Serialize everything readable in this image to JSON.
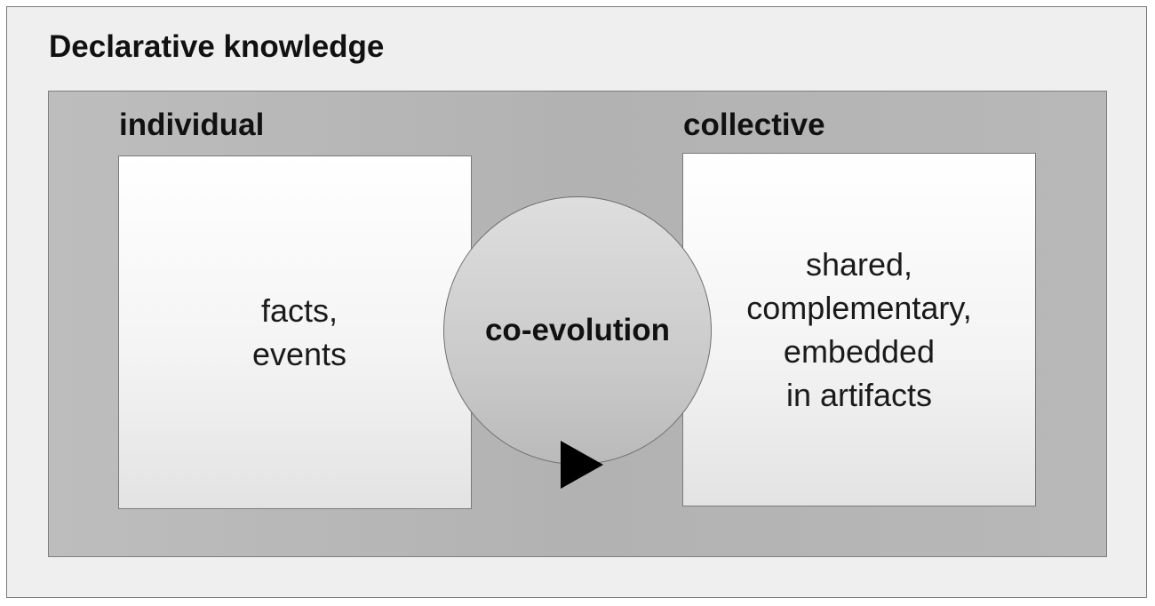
{
  "diagram": {
    "title": "Declarative knowledge",
    "left": {
      "heading": "individual",
      "lines": [
        "facts,",
        "events"
      ]
    },
    "right": {
      "heading": "collective",
      "lines": [
        "shared,",
        "complementary,",
        "embedded",
        "in artifacts"
      ]
    },
    "center": {
      "label": "co-evolution",
      "arrow_icon": "play-triangle-icon"
    }
  }
}
